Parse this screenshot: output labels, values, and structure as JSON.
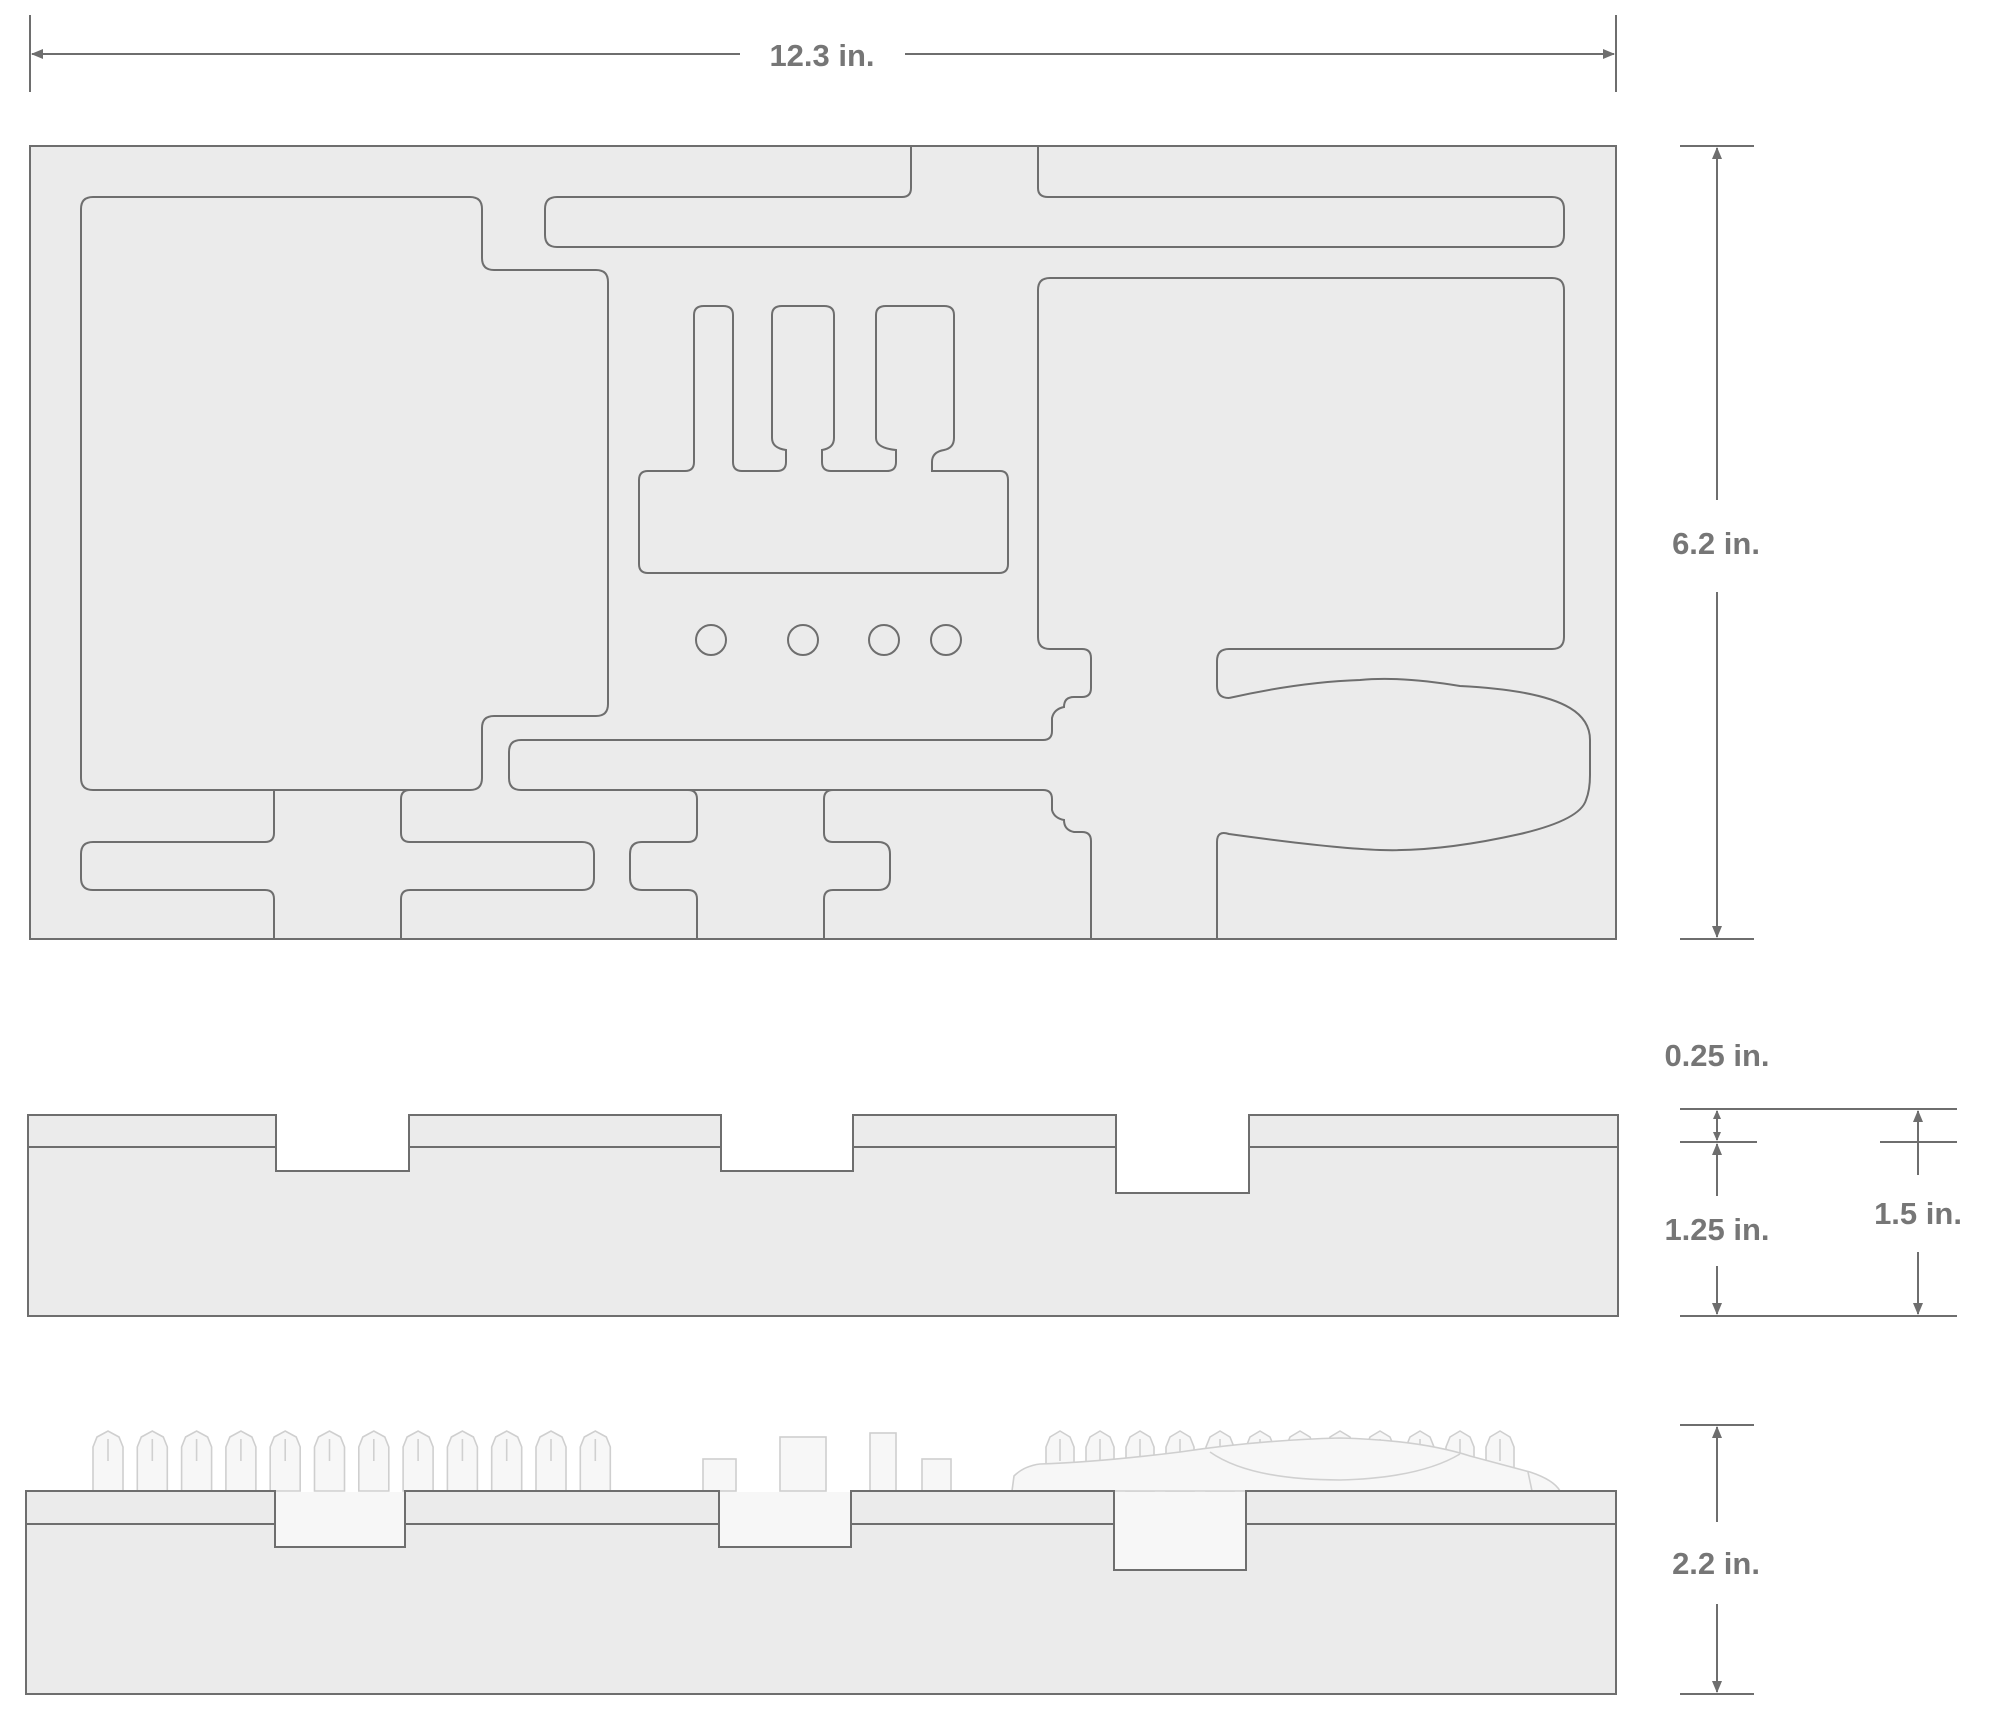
{
  "dimensions": {
    "width": "12.3 in.",
    "height": "6.2 in.",
    "top_layer": "0.25 in.",
    "base_layer": "1.25 in.",
    "total_foam": "1.5 in.",
    "with_tools": "2.2 in."
  },
  "colors": {
    "foam_fill": "#ebebeb",
    "outline": "#6e6e6e",
    "label": "#767676",
    "tool_ghost": "#f7f7f7"
  },
  "views": [
    "top-view",
    "side-view-empty",
    "side-view-with-tools"
  ]
}
